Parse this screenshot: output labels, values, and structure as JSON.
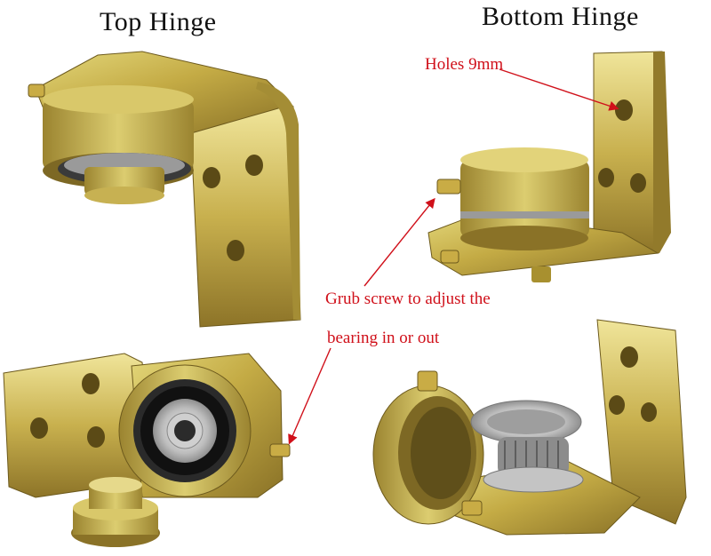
{
  "labels": {
    "top_hinge": "Top Hinge",
    "bottom_hinge": "Bottom Hinge",
    "holes": "Holes 9mm",
    "grub_line1": "Grub screw to adjust the",
    "grub_line2": "bearing in or out"
  },
  "colors": {
    "brass_light": "#d8c763",
    "brass_mid": "#b59a3a",
    "brass_dark": "#7a6522",
    "steel": "#c9c9c9",
    "rubber": "#1a1a1a",
    "annotation": "#d0101a"
  }
}
